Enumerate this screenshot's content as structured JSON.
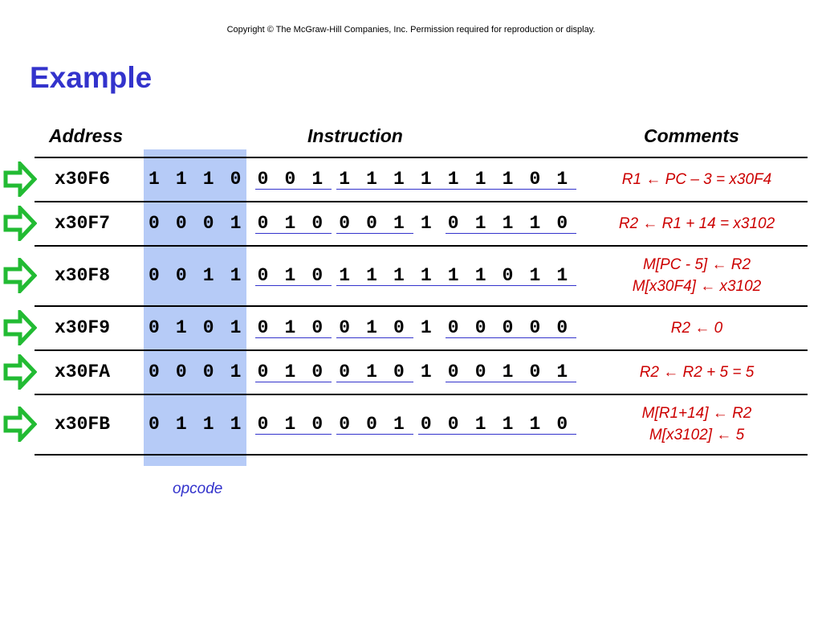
{
  "copyright": "Copyright © The McGraw-Hill Companies, Inc.  Permission required for reproduction or display.",
  "title": "Example",
  "headers": {
    "address": "Address",
    "instruction": "Instruction",
    "comments": "Comments"
  },
  "rows": [
    {
      "address": "x30F6",
      "bits": [
        "1",
        "1",
        "1",
        "0",
        "0",
        "0",
        "1",
        "1",
        "1",
        "1",
        "1",
        "1",
        "1",
        "1",
        "0",
        "1"
      ],
      "comment_lines": [
        "R1 ← PC – 3 = x30F4",
        ""
      ]
    },
    {
      "address": "x30F7",
      "bits": [
        "0",
        "0",
        "0",
        "1",
        "0",
        "1",
        "0",
        "0",
        "0",
        "1",
        "1",
        "0",
        "1",
        "1",
        "1",
        "0"
      ],
      "comment_lines": [
        "R2 ← R1 + 14 = x3102",
        ""
      ]
    },
    {
      "address": "x30F8",
      "bits": [
        "0",
        "0",
        "1",
        "1",
        "0",
        "1",
        "0",
        "1",
        "1",
        "1",
        "1",
        "1",
        "1",
        "0",
        "1",
        "1"
      ],
      "comment_lines": [
        "M[PC - 5] ← R2",
        "M[x30F4] ← x3102"
      ]
    },
    {
      "address": "x30F9",
      "bits": [
        "0",
        "1",
        "0",
        "1",
        "0",
        "1",
        "0",
        "0",
        "1",
        "0",
        "1",
        "0",
        "0",
        "0",
        "0",
        "0"
      ],
      "comment_lines": [
        "R2 ← 0",
        ""
      ]
    },
    {
      "address": "x30FA",
      "bits": [
        "0",
        "0",
        "0",
        "1",
        "0",
        "1",
        "0",
        "0",
        "1",
        "0",
        "1",
        "0",
        "0",
        "1",
        "0",
        "1"
      ],
      "comment_lines": [
        "R2 ← R2 + 5 = 5",
        ""
      ]
    },
    {
      "address": "x30FB",
      "bits": [
        "0",
        "1",
        "1",
        "1",
        "0",
        "1",
        "0",
        "0",
        "0",
        "1",
        "0",
        "0",
        "1",
        "1",
        "1",
        "0"
      ],
      "comment_lines": [
        "M[R1+14] ← R2",
        "M[x3102] ← 5"
      ]
    }
  ],
  "opcode_label": "opcode",
  "colors": {
    "title": "#3333cc",
    "comment": "#cc0000",
    "opcode_highlight": "#b6cbf7",
    "arrow": "#22bb33",
    "field_underline": "#3333cc"
  }
}
